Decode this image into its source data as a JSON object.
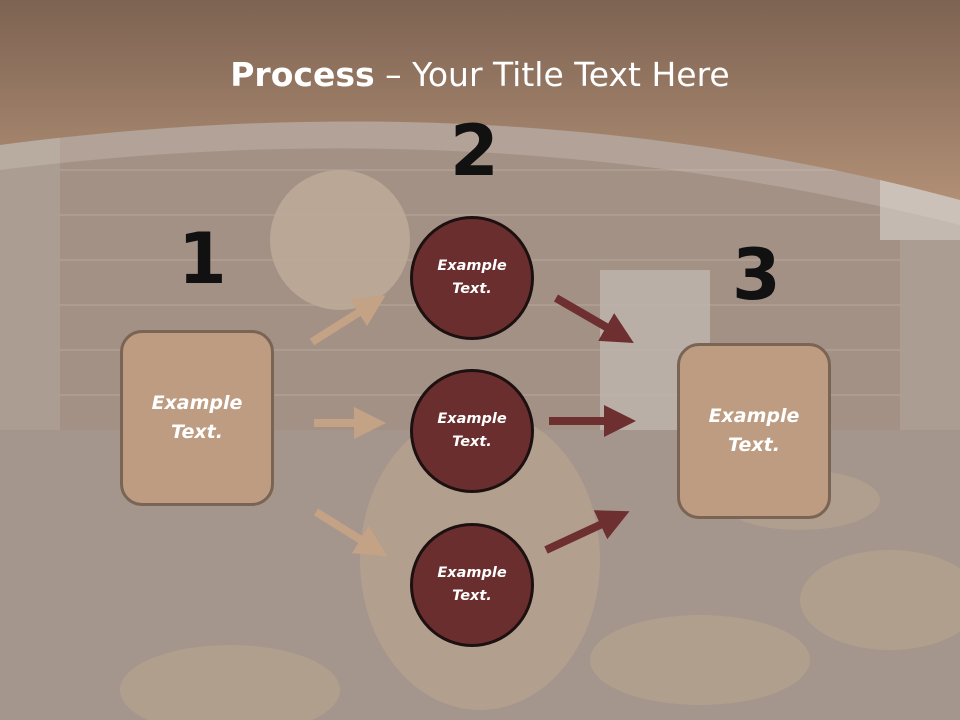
{
  "title": {
    "bold": "Process",
    "rest": " – Your Title Text Here"
  },
  "steps": [
    {
      "number": "1",
      "text": "Example Text."
    },
    {
      "number": "2",
      "texts": [
        "Example Text.",
        "Example Text.",
        "Example Text."
      ]
    },
    {
      "number": "3",
      "text": "Example Text."
    }
  ],
  "colors": {
    "header": "#a98a74",
    "box_fill": "#bd9c82",
    "box_border": "#7a6454",
    "circle_fill": "#6b2e2e",
    "circle_border": "#1c1010",
    "arrow_light": "#c4a286",
    "arrow_dark": "#6d2f2f"
  }
}
